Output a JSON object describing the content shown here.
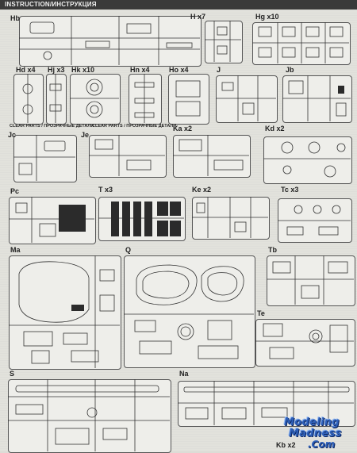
{
  "header": {
    "title": "INSTRUCTION/ИНСТРУКЦИЯ"
  },
  "sprues": {
    "hb": "Hb",
    "hx7": "H x7",
    "hg": "Hg x10",
    "hd": "Hd x4",
    "hj": "Hj x3",
    "hk": "Hk x10",
    "hn": "Hn x4",
    "ho": "Ho x4",
    "j": "J",
    "jb": "Jb",
    "clear1": "CLEAR PARTS / ПРОЗРАЧНЫЕ ДЕТАЛИ",
    "clear2": "CLEAR PARTS / ПРОЗРАЧНЫЕ ДЕТАЛИ",
    "jc": "Jc",
    "je": "Je",
    "ka": "Ka x2",
    "kd": "Kd x2",
    "pc": "Pc",
    "t": "T x3",
    "ke": "Ke x2",
    "tc": "Tc x3",
    "ma": "Ma",
    "q": "Q",
    "tb": "Tb",
    "te": "Te",
    "s": "S",
    "na": "Na",
    "kb": "Kb x2"
  },
  "watermark": {
    "line1": "Modeling",
    "line2": "Madness",
    "line3": ".Com"
  }
}
